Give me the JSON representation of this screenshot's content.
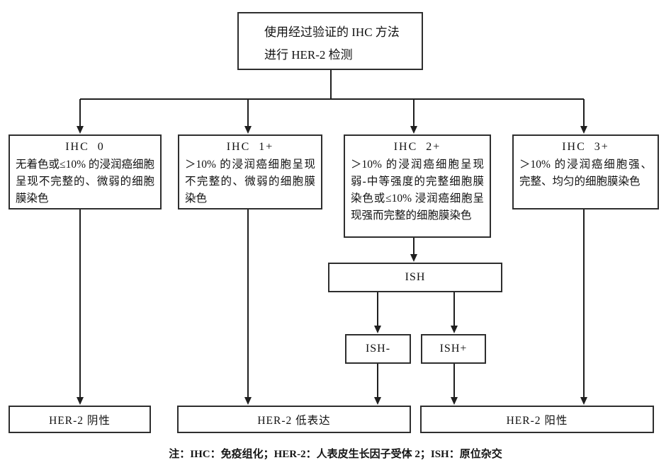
{
  "diagram": {
    "root": {
      "line1": "使用经过验证的 IHC 方法",
      "line2": "进行 HER-2 检测"
    },
    "branches": [
      {
        "title": "IHC  0",
        "desc": "无着色或≤10% 的浸润癌细胞呈现不完整的、微弱的细胞膜染色"
      },
      {
        "title": "IHC  1+",
        "desc": "＞10% 的浸润癌细胞呈现不完整的、微弱的细胞膜染色"
      },
      {
        "title": "IHC  2+",
        "desc": "＞10% 的浸润癌细胞呈现弱-中等强度的完整细胞膜染色或≤10% 浸润癌细胞呈现强而完整的细胞膜染色"
      },
      {
        "title": "IHC  3+",
        "desc": "＞10% 的浸润癌细胞强、完整、均匀的细胞膜染色"
      }
    ],
    "ish": {
      "label": "ISH"
    },
    "ish_negative": {
      "label": "ISH-"
    },
    "ish_positive": {
      "label": "ISH+"
    },
    "outcomes": [
      {
        "label": "HER-2 阴性"
      },
      {
        "label": "HER-2 低表达"
      },
      {
        "label": "HER-2 阳性"
      }
    ],
    "note": "注：IHC：免疫组化；HER-2：人表皮生长因子受体 2；ISH：原位杂交",
    "colors": {
      "line": "#1f1f1f",
      "border": "#2e2e2e",
      "text": "#111111",
      "background": "#ffffff"
    }
  }
}
